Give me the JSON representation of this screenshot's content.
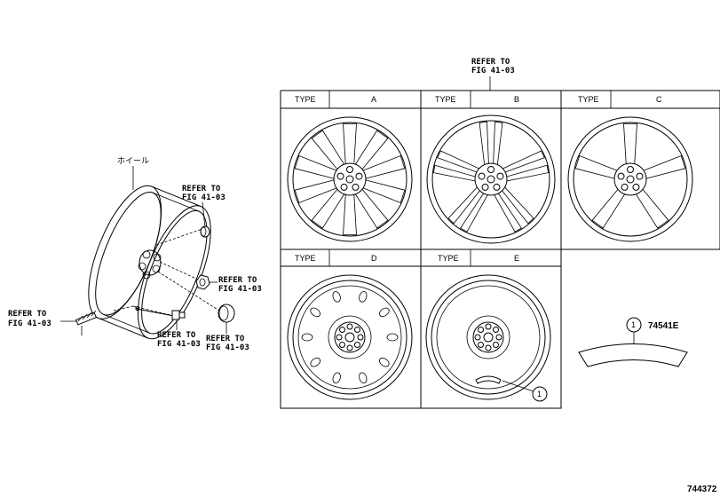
{
  "assembly": {
    "wheel_label": "ホイール",
    "refer_labels": [
      {
        "line1": "REFER TO",
        "line2": "FIG 41-03"
      },
      {
        "line1": "REFER TO",
        "line2": "FIG 41-03"
      },
      {
        "line1": "REFER TO",
        "line2": "FIG 41-03"
      },
      {
        "line1": "REFER TO",
        "line2": "FIG 41-03"
      },
      {
        "line1": "REFER TO",
        "line2": "FIG 41-03"
      }
    ]
  },
  "table": {
    "refer": {
      "line1": "REFER TO",
      "line2": "FIG 41-03"
    },
    "header_word": "TYPE",
    "cells": [
      {
        "type": "A",
        "style": "multi-spoke"
      },
      {
        "type": "B",
        "style": "split-spoke"
      },
      {
        "type": "C",
        "style": "five-spoke"
      },
      {
        "type": "D",
        "style": "steel"
      },
      {
        "type": "E",
        "style": "steel-compact"
      }
    ]
  },
  "callouts": {
    "e_ref": "1",
    "legend_ref": "1",
    "legend_part": "74541E"
  },
  "figure_id": "744372"
}
